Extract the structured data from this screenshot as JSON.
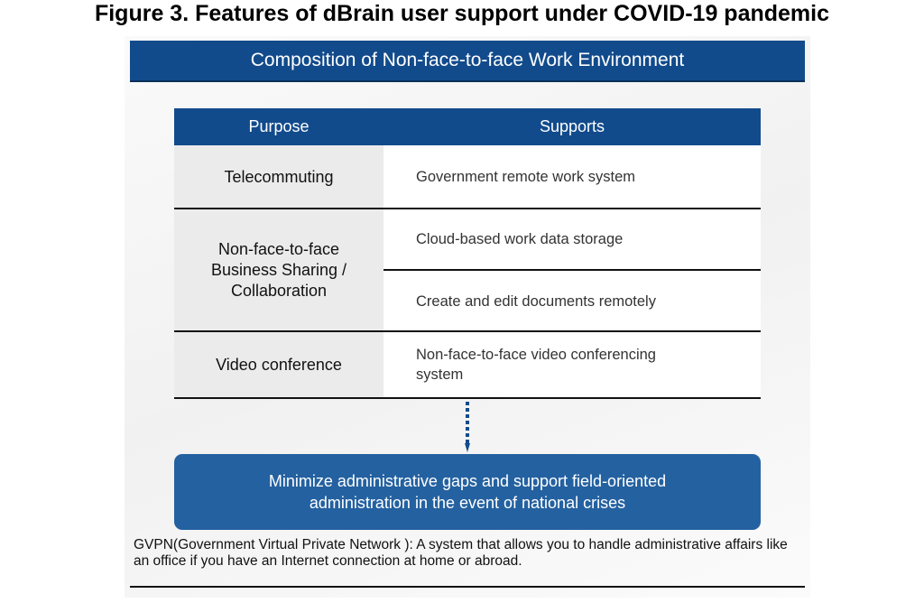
{
  "figure_title": "Figure 3. Features of dBrain user support under COVID-19 pandemic",
  "banner": "Composition of Non-face-to-face Work Environment",
  "table": {
    "headers": [
      "Purpose",
      "Supports"
    ],
    "rows": [
      {
        "purpose": "Telecommuting",
        "supports": [
          "Government remote work system"
        ]
      },
      {
        "purpose": "Non-face-to-face Business Sharing / Collaboration",
        "supports": [
          "Cloud-based work data storage",
          "Create and edit documents remotely"
        ]
      },
      {
        "purpose": "Video conference",
        "supports": [
          "Non-face-to-face video conferencing system"
        ]
      }
    ]
  },
  "goal": "Minimize administrative gaps and support field-oriented administration in the event of national crises",
  "note": "GVPN(Government Virtual Private Network ): A system that allows you to handle administrative affairs like an office if you have an Internet connection at home or abroad.",
  "colors": {
    "navy": "#124b8c",
    "box": "#2461a0"
  }
}
